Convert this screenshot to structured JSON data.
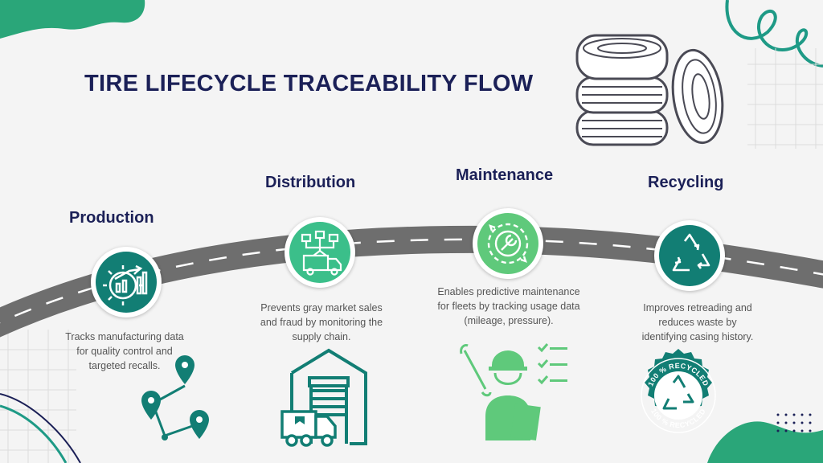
{
  "title": "TIRE LIFECYCLE TRACEABILITY FLOW",
  "colors": {
    "navy": "#1b2057",
    "teal_dark": "#0f7f72",
    "green": "#4cc07e",
    "road": "#6e6e6e",
    "text_gray": "#555555"
  },
  "stages": [
    {
      "name": "Production",
      "description": [
        "Tracks manufacturing data",
        "for quality control and",
        "targeted recalls."
      ],
      "icon": "gear-chart-icon",
      "illustration": "map-route-pins-icon"
    },
    {
      "name": "Distribution",
      "description": [
        "Prevents gray market sales",
        "and fraud by monitoring the",
        "supply chain."
      ],
      "icon": "delivery-truck-network-icon",
      "illustration": "warehouse-truck-icon"
    },
    {
      "name": "Maintenance",
      "description": [
        "Enables predictive maintenance",
        "for fleets by tracking usage data",
        "(mileage, pressure)."
      ],
      "icon": "wrench-gear-icon",
      "illustration": "engineer-checklist-icon"
    },
    {
      "name": "Recycling",
      "description": [
        "Improves retreading and",
        "reduces waste by",
        "identifying casing history."
      ],
      "icon": "recycle-icon",
      "illustration": "recycled-badge-icon"
    }
  ],
  "badge": {
    "top_text": "100 % RECYCLED",
    "bottom_text": "100 % RECYCLED"
  }
}
